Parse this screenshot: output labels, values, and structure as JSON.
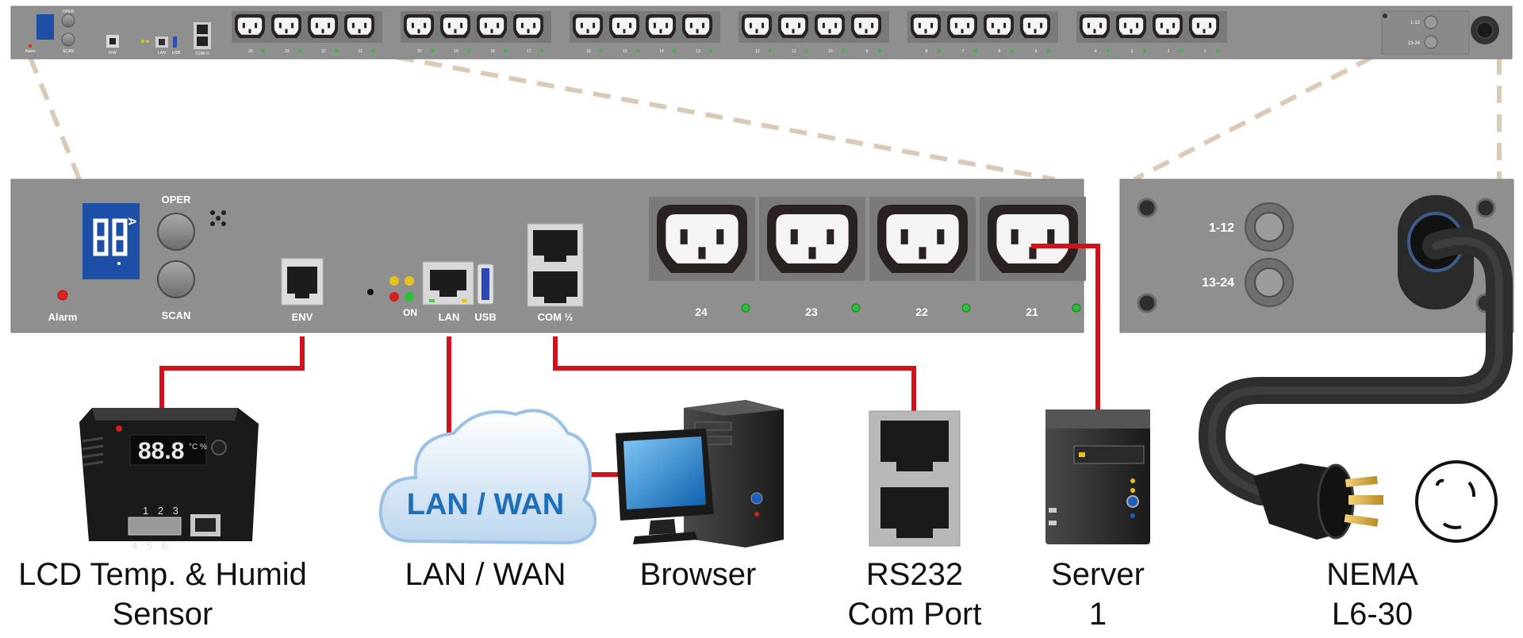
{
  "colors": {
    "panel": "#8f8f8f",
    "panel_dark": "#6e6e6e",
    "cable": "#d0121b",
    "dash": "#d9cbb8",
    "outlet": "#2a2220",
    "lcd_blue": "#1d4fa6",
    "cloud_text": "#1f6fb8"
  },
  "front_panel": {
    "display": {
      "unit": "A"
    },
    "buttons": [
      "OPER",
      "SCAN"
    ],
    "alarm_label": "Alarm",
    "env_label": "ENV",
    "on_label": "ON",
    "lan_label": "LAN",
    "usb_label": "USB",
    "com_label": "COM ½",
    "outlets": [
      "24",
      "23",
      "22",
      "21"
    ]
  },
  "breaker_panel": {
    "breakers": [
      "1-12",
      "13-24"
    ]
  },
  "overview_rack": {
    "outlet_labels": [
      "24",
      "23",
      "22",
      "21",
      "20",
      "19",
      "18",
      "17",
      "16",
      "15",
      "14",
      "13",
      "12",
      "11",
      "10",
      "9",
      "8",
      "7",
      "6",
      "5",
      "4",
      "3",
      "2",
      "1"
    ],
    "mini_labels": {
      "oper": "OPER",
      "scan": "SCAN",
      "env": "ENV",
      "lan": "LAN",
      "usb": "USB",
      "com": "COM ½",
      "alarm": "Alarm",
      "b1": "1-12",
      "b2": "13-24"
    }
  },
  "sensor": {
    "display": "88.8",
    "ports_top": "1 2 3",
    "ports_bottom": "4 5 6",
    "indicator": "°C %"
  },
  "cloud": {
    "text": "LAN / WAN"
  },
  "captions": {
    "sensor_line1": "LCD Temp. & Humid",
    "sensor_line2": "Sensor",
    "lan": "LAN / WAN",
    "browser": "Browser",
    "rs232_line1": "RS232",
    "rs232_line2": "Com Port",
    "server_line1": "Server",
    "server_line2": "1",
    "nema_line1": "NEMA",
    "nema_line2": "L6-30"
  }
}
